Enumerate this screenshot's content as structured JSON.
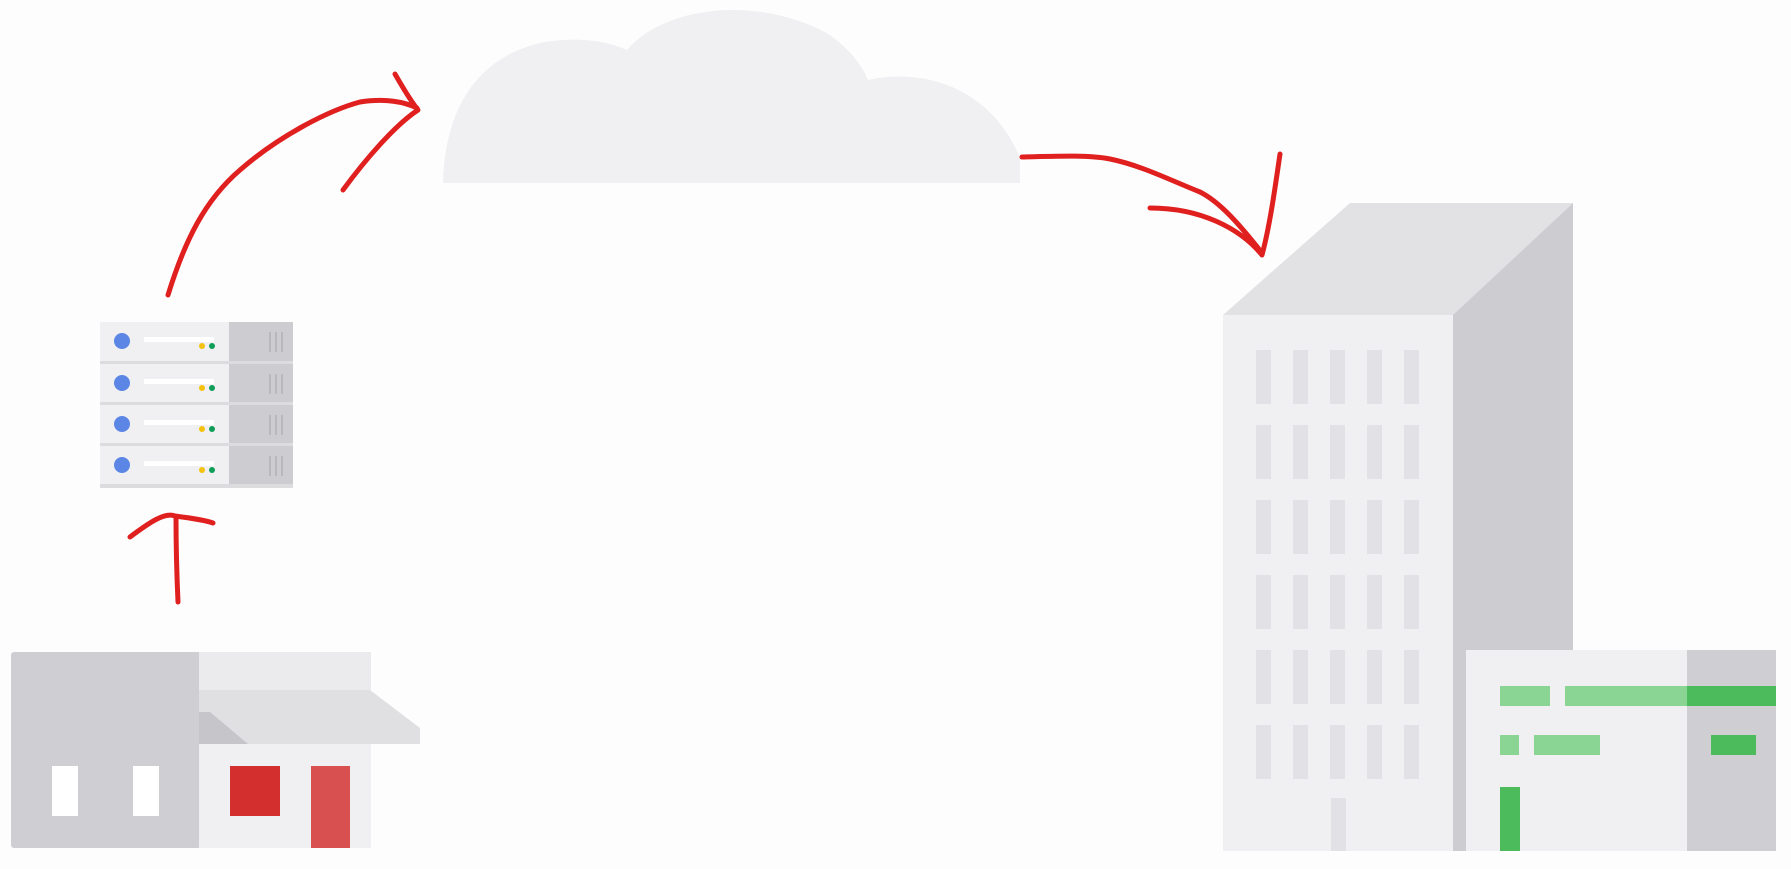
{
  "diagram": {
    "nodes": [
      {
        "id": "small-shop",
        "icon": "storefront-icon"
      },
      {
        "id": "server-rack",
        "icon": "server-rack-icon",
        "units": 4
      },
      {
        "id": "cloud",
        "icon": "cloud-icon"
      },
      {
        "id": "office-building",
        "icon": "office-building-icon"
      },
      {
        "id": "warehouse",
        "icon": "warehouse-icon"
      }
    ],
    "arrows": [
      {
        "from": "small-shop",
        "to": "server-rack",
        "style": "hand-drawn"
      },
      {
        "from": "server-rack",
        "to": "cloud",
        "style": "hand-drawn"
      },
      {
        "from": "cloud",
        "to": "office-building",
        "style": "hand-drawn"
      }
    ]
  },
  "colors": {
    "arrow": "#e0201f",
    "cloud": "#f0f0f2",
    "building_front": "#f0f0f2",
    "building_side": "#cdcdd1",
    "building_roof": "#e2e2e5",
    "window": "#e2e2e6",
    "shop_dark": "#cfcfd3",
    "shop_light": "#ebebee",
    "shop_red": "#d32f2f",
    "shop_red_light": "#d85050",
    "warehouse_green": "#4cbb5c",
    "warehouse_green_light": "#8ad594",
    "server_blue": "#5b86e5",
    "server_yellow": "#f4c20d",
    "server_green": "#0f9d58"
  }
}
